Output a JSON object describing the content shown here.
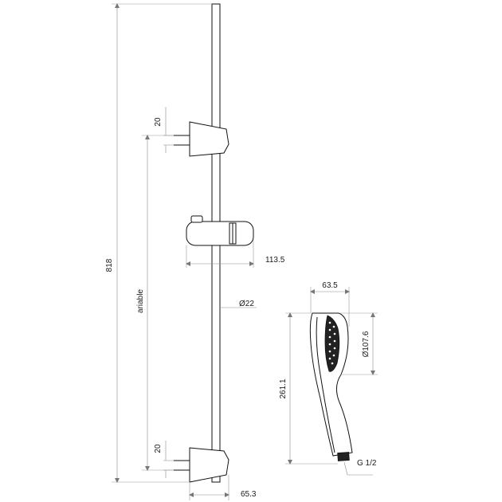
{
  "dimensions": {
    "total_height": "818",
    "adjustable_span": "ariable",
    "upper_bracket_depth": "20",
    "lower_bracket_depth": "20",
    "slider_projection": "113.5",
    "bar_diameter": "Ø22",
    "bracket_projection": "65.3",
    "hand_shower_width": "63.5",
    "head_diameter": "Ø107.6",
    "hand_shower_length": "261.1",
    "thread": "G 1/2"
  }
}
